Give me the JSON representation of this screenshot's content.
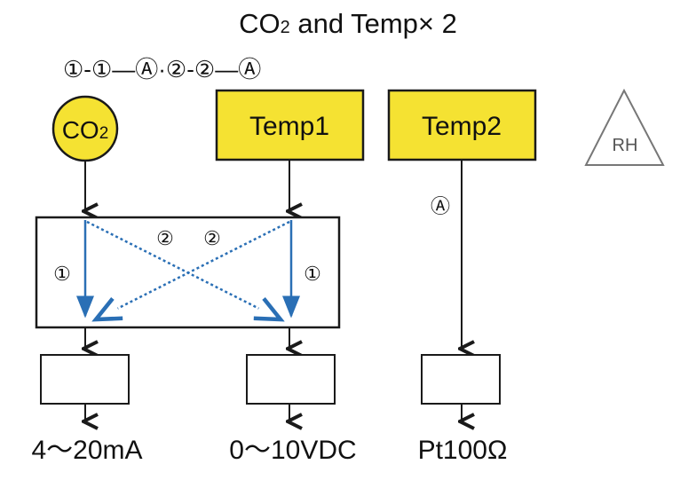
{
  "title": {
    "main": "CO",
    "subscript": "2",
    "rest": " and Temp× 2"
  },
  "code": "①-①—Ⓐ·②-②—Ⓐ",
  "sensors": {
    "co2": {
      "main": "CO",
      "subscript": "2"
    },
    "temp1": "Temp1",
    "temp2": "Temp2",
    "rh": "RH"
  },
  "path_labels": {
    "left": "①",
    "right": "①",
    "cross_a": "②",
    "cross_b": "②",
    "temp2": "Ⓐ"
  },
  "outputs": {
    "left": "4～20mA",
    "middle": "0～10VDC",
    "right": "Pt100Ω"
  },
  "colors": {
    "sensor_fill": "#f5e232",
    "line": "#1a1a1a",
    "path_blue": "#2a6fb5",
    "rh_gray": "#777777"
  }
}
